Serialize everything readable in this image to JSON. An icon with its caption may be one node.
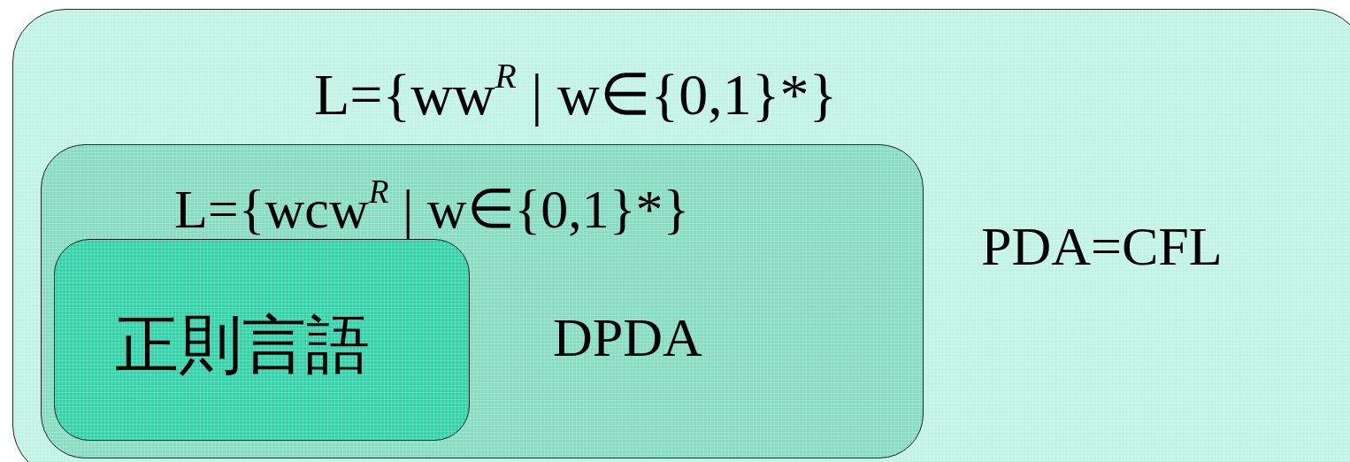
{
  "diagram": {
    "nodes": [
      {
        "text": [
          "L={ww$^{R}$ | w∈{0,1}*}",
          "PDA=CFL"
        ]
      },
      {
        "text": [
          "L={wcw$^{R}$ | w∈{0,1}*}",
          "DPDA"
        ],
        "in": 0
      },
      {
        "text": [
          "正則言語"
        ],
        "in": 1
      }
    ]
  }
}
